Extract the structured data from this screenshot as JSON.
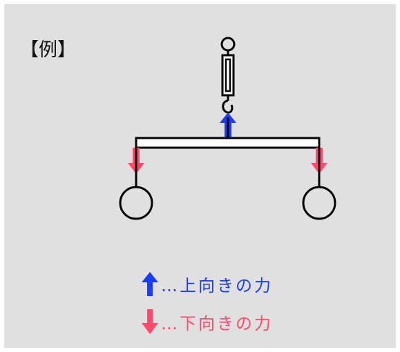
{
  "example_label": "【例】",
  "legend": {
    "up_text": "…上向きの力",
    "down_text": "…下向きの力"
  },
  "colors": {
    "background": "#e0e0e0",
    "up_arrow": "#1a3cff",
    "down_arrow": "#ff4a6e",
    "line": "#000000"
  },
  "icons": {
    "spring_scale": "spring-scale-icon",
    "up_arrow": "arrow-up-icon",
    "down_arrow": "arrow-down-icon",
    "weight": "circle-weight-icon"
  }
}
